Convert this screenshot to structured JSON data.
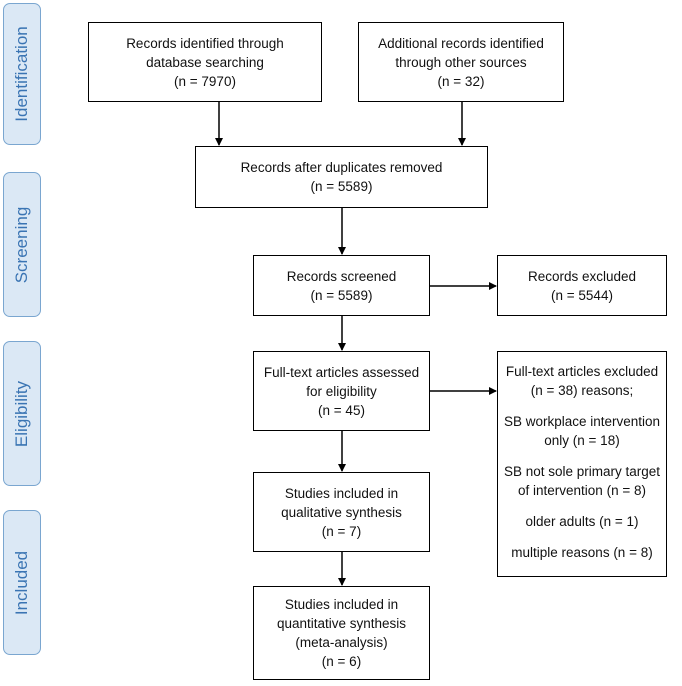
{
  "phases": {
    "identification": "Identification",
    "screening": "Screening",
    "eligibility": "Eligibility",
    "included": "Included"
  },
  "boxes": {
    "database": [
      "Records identified through",
      "database searching",
      "(n = 7970)"
    ],
    "other_sources": [
      "Additional records identified",
      "through other sources",
      "(n = 32)"
    ],
    "duplicates_removed": [
      "Records after duplicates removed",
      "(n = 5589)"
    ],
    "screened": [
      "Records screened",
      "(n = 5589)"
    ],
    "excluded": [
      "Records excluded",
      "(n = 5544)"
    ],
    "fulltext": [
      "Full-text articles assessed",
      "for eligibility",
      "(n = 45)"
    ],
    "fulltext_excluded": {
      "header": [
        "Full-text articles excluded",
        "(n = 38) reasons;"
      ],
      "reasons": [
        [
          "SB workplace intervention",
          "only (n = 18)"
        ],
        [
          "SB not sole primary target",
          "of intervention (n = 8)"
        ],
        [
          "older adults (n = 1)"
        ],
        [
          "multiple reasons (n = 8)"
        ]
      ]
    },
    "qualitative": [
      "Studies included in",
      "qualitative synthesis",
      "(n = 7)"
    ],
    "quantitative": [
      "Studies included in",
      "quantitative synthesis",
      "(meta-analysis)",
      "(n = 6)"
    ]
  }
}
